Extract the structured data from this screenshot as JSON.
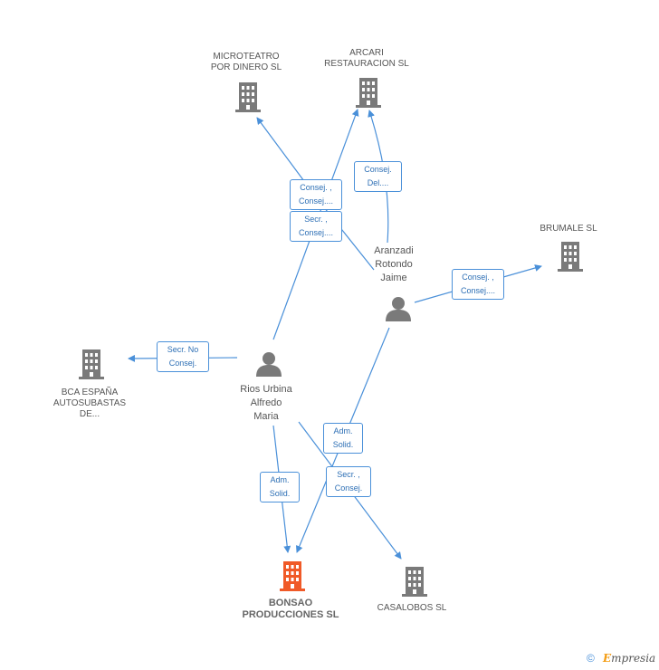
{
  "colors": {
    "line": "#4a90d9",
    "node": "#7a7a7a",
    "main_node": "#f05a28",
    "rel_text": "#2d6fb5"
  },
  "companies": [
    {
      "id": "microteatro",
      "label": "MICROTEATRO\nPOR DINERO SL"
    },
    {
      "id": "arcari",
      "label": "ARCARI\nRESTAURACION SL"
    },
    {
      "id": "brumale",
      "label": "BRUMALE SL"
    },
    {
      "id": "bca",
      "label": "BCA ESPAÑA\nAUTOSUBASTAS\nDE..."
    },
    {
      "id": "bonsao",
      "label": "BONSAO\nPRODUCCIONES SL"
    },
    {
      "id": "casalobos",
      "label": "CASALOBOS SL"
    }
  ],
  "persons": [
    {
      "id": "aranzadi",
      "label": "Aranzadi\nRotondo\nJaime"
    },
    {
      "id": "rios",
      "label": "Rios Urbina\nAlfredo\nMaria"
    }
  ],
  "relations": [
    {
      "id": "r1",
      "label": "Consej. ,\nConsej...."
    },
    {
      "id": "r2",
      "label": "Secr. ,\nConsej...."
    },
    {
      "id": "r3",
      "label": "Consej.\nDel...."
    },
    {
      "id": "r4",
      "label": "Consej. ,\nConsej...."
    },
    {
      "id": "r5",
      "label": "Secr.  No\nConsej."
    },
    {
      "id": "r6",
      "label": "Adm.\nSolid."
    },
    {
      "id": "r7",
      "label": "Adm.\nSolid."
    },
    {
      "id": "r8",
      "label": "Secr. ,\nConsej."
    }
  ],
  "footer": {
    "copyright": "©",
    "brand_e": "E",
    "brand_rest": "mpresia"
  }
}
